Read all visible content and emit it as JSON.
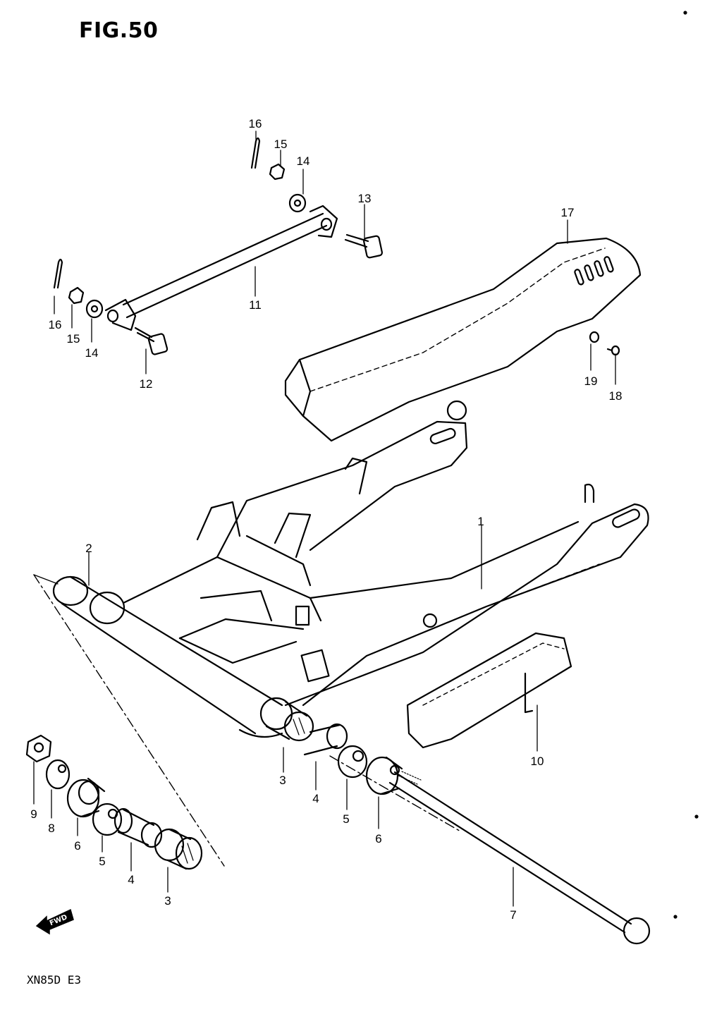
{
  "figure": {
    "title": "FIG.50",
    "model_code": "XN85D  E3"
  },
  "fwd_label": "FWD",
  "callouts": [
    "1",
    "2",
    "3",
    "3",
    "4",
    "4",
    "5",
    "5",
    "6",
    "6",
    "7",
    "8",
    "9",
    "10",
    "11",
    "12",
    "13",
    "14",
    "14",
    "15",
    "15",
    "16",
    "16",
    "17",
    "18",
    "19"
  ]
}
